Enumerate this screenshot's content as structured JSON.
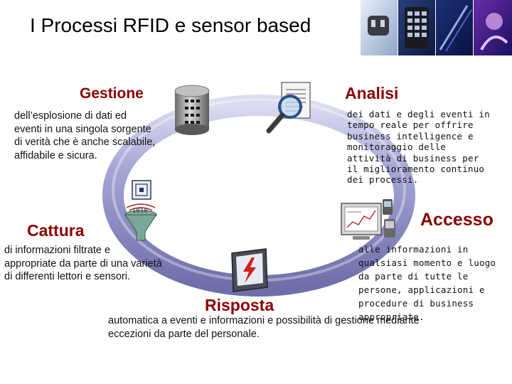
{
  "title": "I Processi RFID e sensor based",
  "stages": {
    "gestione": {
      "heading": "Gestione",
      "text": "dell’esplosione di dati ed eventi in una singola sorgente di verità che è anche scalabile, affidabile e sicura."
    },
    "analisi": {
      "heading": "Analisi",
      "text": "dei dati e degli eventi in tempo reale per offrire business intelligence e monitoraggio delle attività di business per il miglioramento continuo dei processi."
    },
    "cattura": {
      "heading": "Cattura",
      "text": "di informazioni filtrate e appropriate da parte di una varietà di differenti lettori e sensori."
    },
    "accesso": {
      "heading": "Accesso",
      "text": "alle informazioni in qualsiasi momento e luogo da parte di tutte le persone, applicazioni e procedure di business appropriate."
    },
    "risposta": {
      "heading": "Risposta",
      "text": "automatica a eventi e informazioni e possibilità di gestione mediante eccezioni da parte del personale."
    }
  },
  "icons": {
    "gestione": "database-icon",
    "analisi": "magnifier-document-icon",
    "cattura": "rfid-sensor-funnel-icon",
    "accesso": "computer-devices-icon",
    "risposta": "alert-monitor-icon"
  },
  "binary_label": "1010",
  "colors": {
    "heading": "#8b0000",
    "ring": "#8e8ec4",
    "ring_highlight": "#e6e6f6"
  }
}
